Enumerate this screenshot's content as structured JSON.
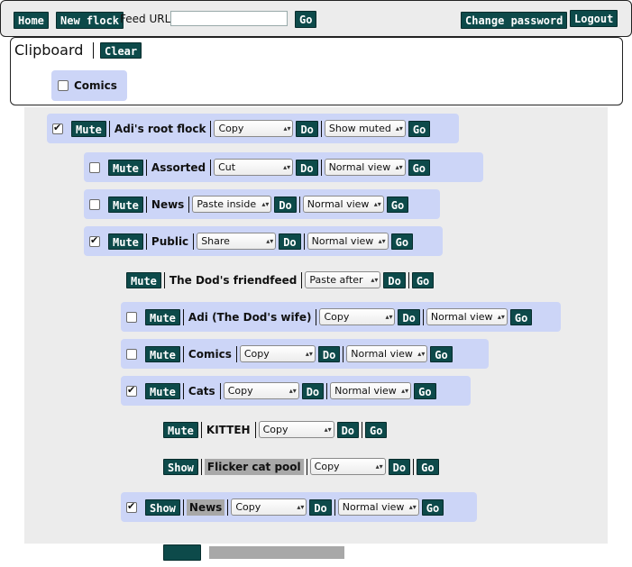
{
  "topbar": {
    "home": "Home",
    "new_flock": "New flock",
    "feed_url_label": "Feed URL",
    "feed_url_value": "",
    "go": "Go",
    "change_password": "Change password",
    "logout": "Logout"
  },
  "clipboard": {
    "title": "Clipboard",
    "clear": "Clear",
    "items": [
      {
        "label": "Comics",
        "checked": false
      }
    ]
  },
  "tree": {
    "nodes": [
      {
        "name": "Adi's root flock",
        "checked": true,
        "mute": "Mute",
        "action": "Copy",
        "do": "Do",
        "view": "Show muted",
        "go": "Go"
      },
      {
        "name": "Assorted",
        "checked": false,
        "mute": "Mute",
        "action": "Cut",
        "do": "Do",
        "view": "Normal view",
        "go": "Go"
      },
      {
        "name": "News",
        "checked": false,
        "mute": "Mute",
        "action": "Paste inside",
        "do": "Do",
        "view": "Normal view",
        "go": "Go"
      },
      {
        "name": "Public",
        "checked": true,
        "mute": "Mute",
        "action": "Share",
        "do": "Do",
        "view": "Normal view",
        "go": "Go"
      },
      {
        "name": "The Dod's friendfeed",
        "mute": "Mute",
        "action": "Paste after",
        "do": "Do",
        "go": "Go"
      },
      {
        "name": "Adi (The Dod's wife)",
        "checked": false,
        "mute": "Mute",
        "action": "Copy",
        "do": "Do",
        "view": "Normal view",
        "go": "Go"
      },
      {
        "name": "Comics",
        "checked": false,
        "mute": "Mute",
        "action": "Copy",
        "do": "Do",
        "view": "Normal view",
        "go": "Go"
      },
      {
        "name": "Cats",
        "checked": true,
        "mute": "Mute",
        "action": "Copy",
        "do": "Do",
        "view": "Normal view",
        "go": "Go"
      },
      {
        "name": "KITTEH",
        "mute": "Mute",
        "action": "Copy",
        "do": "Do",
        "go": "Go"
      },
      {
        "name": "Flicker cat pool",
        "mute": "Show",
        "action": "Copy",
        "do": "Do",
        "go": "Go",
        "muted": true
      },
      {
        "name": "News",
        "checked": true,
        "mute": "Show",
        "action": "Copy",
        "do": "Do",
        "view": "Normal view",
        "go": "Go",
        "muted": true
      }
    ]
  }
}
